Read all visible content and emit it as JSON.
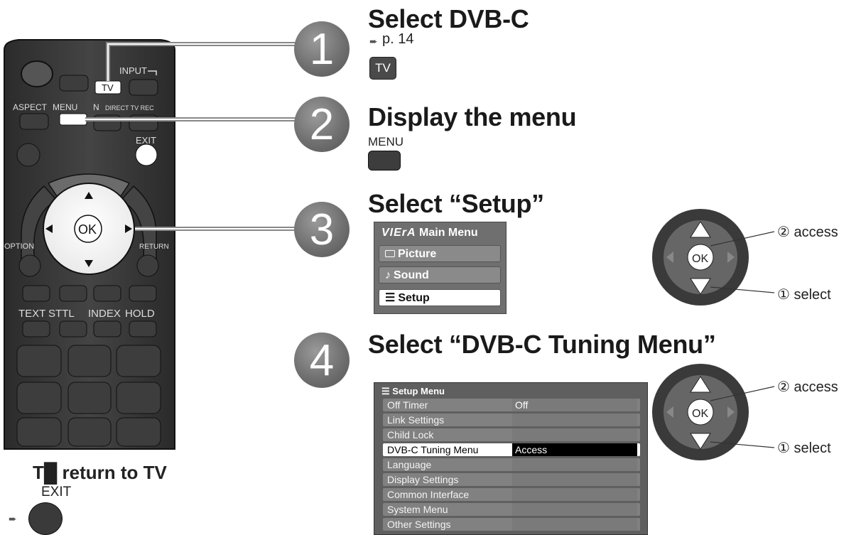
{
  "steps": [
    {
      "num": "1",
      "title": "Select DVB-C",
      "ref": "p. 14",
      "key": "TV"
    },
    {
      "num": "2",
      "title": "Display the menu",
      "key": "MENU"
    },
    {
      "num": "3",
      "title": "Select “Setup”"
    },
    {
      "num": "4",
      "title": "Select “DVB-C Tuning Menu”"
    }
  ],
  "remote": {
    "input_label": "INPUT",
    "tv_label": "TV",
    "aspect_label": "ASPECT",
    "menu_label": "MENU",
    "n_label": "N",
    "directtvrec_label": "DIRECT TV REC",
    "exit_label": "EXIT",
    "ok_label": "OK",
    "option_label": "OPTION",
    "return_label": "RETURN",
    "text_label": "TEXT",
    "sttl_label": "STTL",
    "index_label": "INDEX",
    "hold_label": "HOLD"
  },
  "return_tv": {
    "text": "return to TV",
    "exit_label": "EXIT",
    "ref_arrow": "➨"
  },
  "main_menu": {
    "title": "Main Menu",
    "brand": "VIErA",
    "items": [
      {
        "icon": "picture-icon",
        "label": "Picture",
        "selected": false
      },
      {
        "icon": "sound-icon",
        "label": "Sound",
        "selected": false
      },
      {
        "icon": "setup-icon",
        "label": "Setup",
        "selected": true
      }
    ]
  },
  "setup_menu": {
    "title": "Setup Menu",
    "rows": [
      {
        "label": "Off Timer",
        "value": "Off",
        "selected": false
      },
      {
        "label": "Link Settings",
        "value": "",
        "selected": false
      },
      {
        "label": "Child Lock",
        "value": "",
        "selected": false
      },
      {
        "label": "DVB-C Tuning Menu",
        "value": "Access",
        "selected": true
      },
      {
        "label": "Language",
        "value": "",
        "selected": false
      },
      {
        "label": "Display Settings",
        "value": "",
        "selected": false
      },
      {
        "label": "Common Interface",
        "value": "",
        "selected": false
      },
      {
        "label": "System Menu",
        "value": "",
        "selected": false
      },
      {
        "label": "Other Settings",
        "value": "",
        "selected": false
      }
    ]
  },
  "dpad": {
    "access": "② access",
    "select": "① select",
    "ok": "OK"
  },
  "colors": {
    "step_circle": "#707070",
    "remote_body": "#3a3a3a",
    "menu_bg": "#6f6f6f"
  }
}
